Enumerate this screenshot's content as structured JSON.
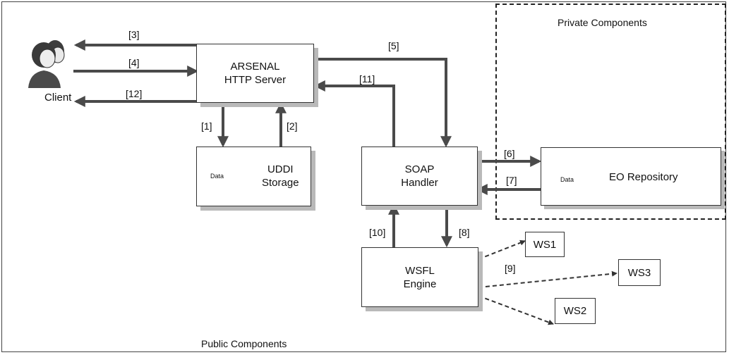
{
  "client": {
    "label": "Client"
  },
  "regions": {
    "private": "Private Components",
    "public": "Public Components"
  },
  "nodes": {
    "arsenal": {
      "line1": "ARSENAL",
      "line2": "HTTP Server"
    },
    "uddi": {
      "line1": "UDDI",
      "line2": "Storage",
      "db": "Data"
    },
    "soap": {
      "line1": "SOAP",
      "line2": "Handler"
    },
    "eo": {
      "line1": "EO Repository",
      "db": "Data"
    },
    "wsfl": {
      "line1": "WSFL",
      "line2": "Engine"
    },
    "ws1": "WS1",
    "ws2": "WS2",
    "ws3": "WS3"
  },
  "steps": {
    "s1": "[1]",
    "s2": "[2]",
    "s3": "[3]",
    "s4": "[4]",
    "s5": "[5]",
    "s6": "[6]",
    "s7": "[7]",
    "s8": "[8]",
    "s9": "[9]",
    "s10": "[10]",
    "s11": "[11]",
    "s12": "[12]"
  },
  "colors": {
    "arrow": "#4a4a4a",
    "shadow": "#b9b9b9",
    "border": "#333333"
  }
}
